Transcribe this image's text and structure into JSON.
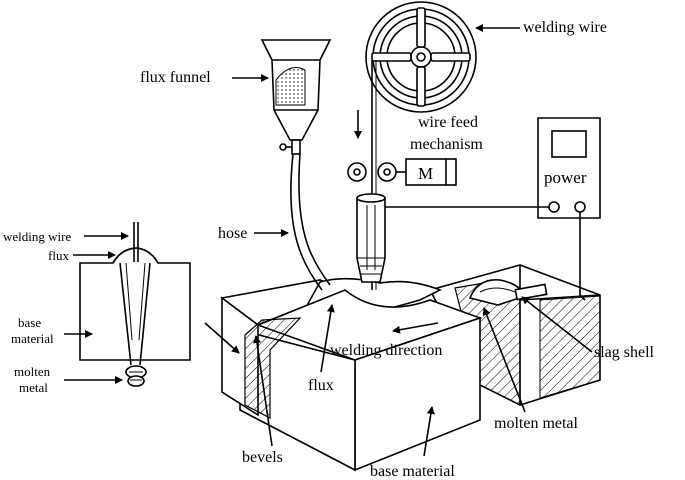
{
  "labels": {
    "welding_wire_top": "welding wire",
    "flux_funnel": "flux funnel",
    "wire_feed_line1": "wire feed",
    "wire_feed_line2": "mechanism",
    "motor": "M",
    "power": "power",
    "hose": "hose",
    "slag_shell": "slag shell",
    "welding_direction": "welding direction",
    "flux_main": "flux",
    "molten_metal_main": "molten metal",
    "bevels": "bevels",
    "base_material_main": "base material",
    "inset_welding_wire": "welding wire",
    "inset_flux": "flux",
    "inset_base_line1": "base",
    "inset_base_line2": "material",
    "inset_molten_line1": "molten",
    "inset_molten_line2": "metal"
  },
  "icons": {
    "arrow": "arrow-icon",
    "motor": "motor-icon",
    "reel": "wire-reel-icon"
  },
  "colors": {
    "line": "#000000",
    "background": "#ffffff",
    "hatch": "#000000"
  }
}
